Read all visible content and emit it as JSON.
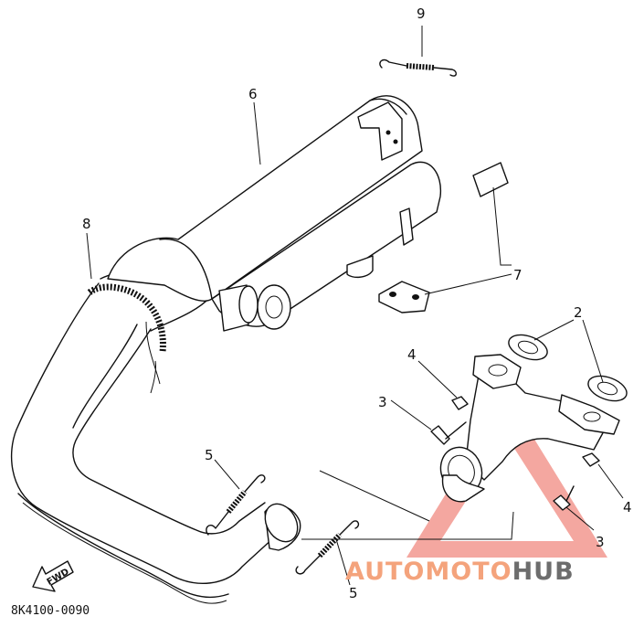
{
  "diagram": {
    "drawing_code": "8K4100-0090",
    "direction_label": "FWD",
    "callouts": {
      "c1": "9",
      "c2": "6",
      "c3": "8",
      "c4": "7",
      "c5": "2",
      "c6": "4",
      "c7": "3",
      "c8": "5",
      "c9": "4",
      "c10": "3",
      "c11": "5"
    }
  },
  "watermark": {
    "part1": "AUTO",
    "part2": "MOTO",
    "part3": "HUB",
    "colors": {
      "accent": "#f4a37c",
      "dark": "#6d6d6d",
      "triangle": "#f08a80"
    }
  }
}
